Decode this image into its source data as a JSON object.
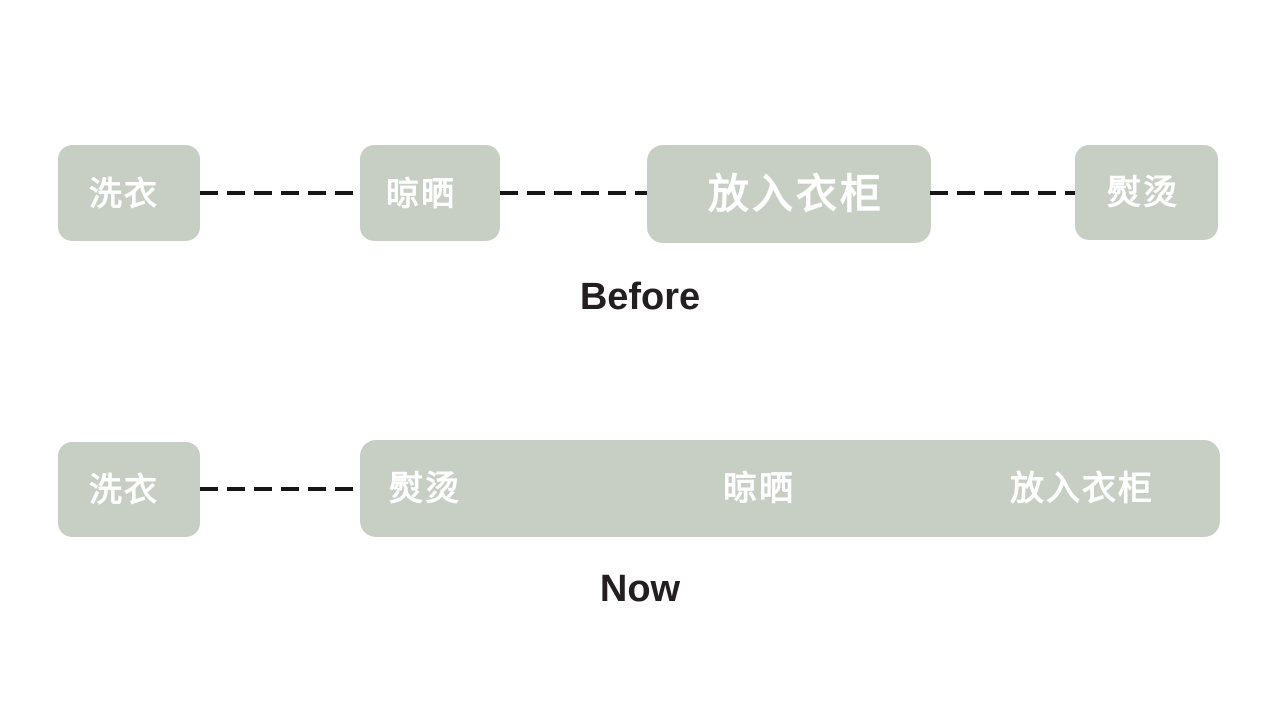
{
  "diagram": {
    "background_color": "#ffffff",
    "node_color": "#c7cfc5",
    "node_text_color": "#ffffff",
    "connector_color": "#161616",
    "caption_color": "#231f20",
    "rows": [
      {
        "caption": "Before",
        "nodes": [
          {
            "label": "洗衣"
          },
          {
            "label": "晾晒"
          },
          {
            "label": "放入衣柜"
          },
          {
            "label": "熨烫"
          }
        ],
        "connectors": [
          "dashed",
          "dashed",
          "dashed"
        ]
      },
      {
        "caption": "Now",
        "nodes": [
          {
            "label": "洗衣"
          }
        ],
        "connectors": [
          "dashed"
        ],
        "merged_node": {
          "segments": [
            {
              "label": "熨烫"
            },
            {
              "label": "晾晒"
            },
            {
              "label": "放入衣柜"
            }
          ]
        }
      }
    ]
  }
}
